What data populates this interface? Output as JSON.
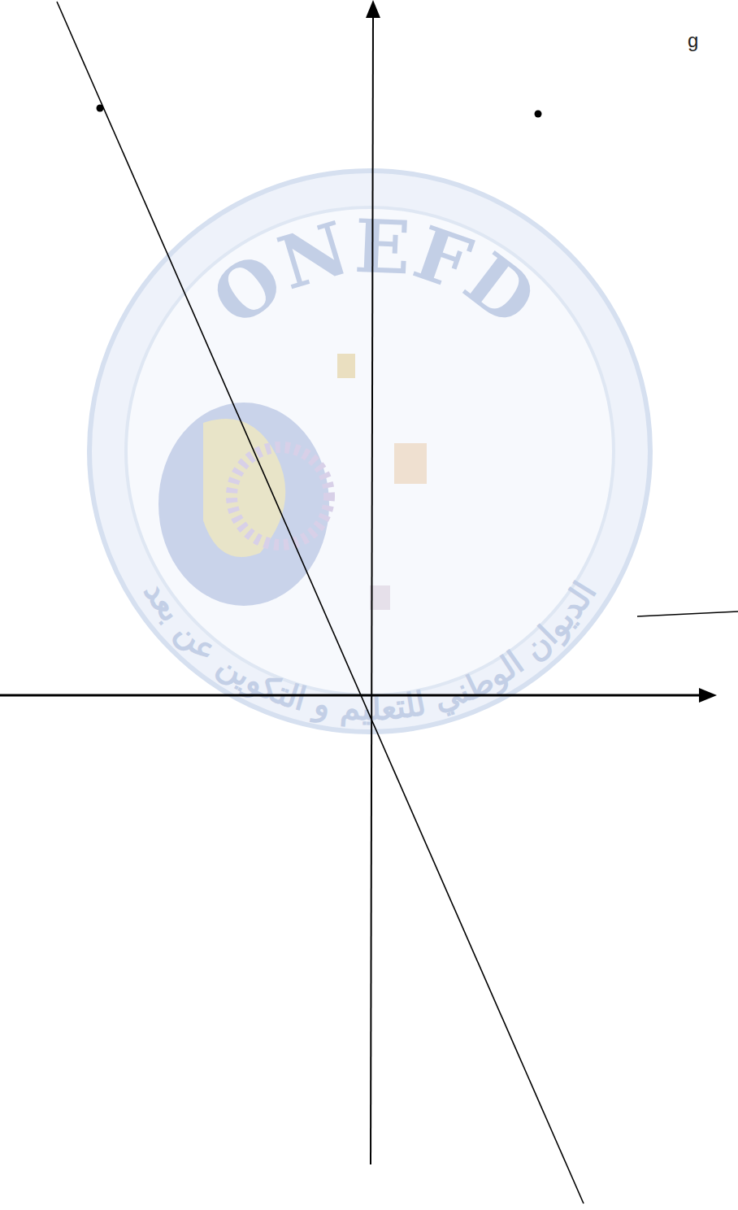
{
  "diagram": {
    "labels": [
      "g",
      "ONEFD",
      "الديوان الوطني للتعليم و التكوين عن بعد"
    ]
  }
}
